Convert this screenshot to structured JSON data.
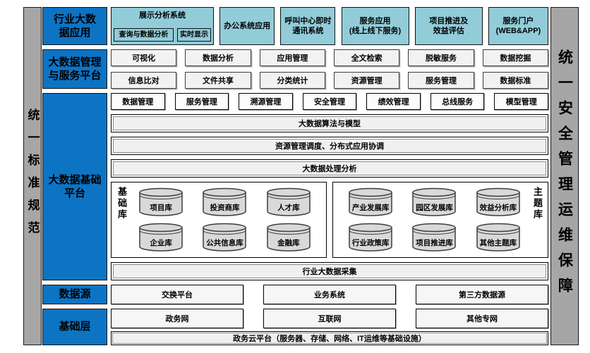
{
  "rails": {
    "left": "统一标准规范",
    "right": "统一安全管理运维保障"
  },
  "categories": {
    "apps": "行业大数\n据应用",
    "platform": "大数据管理\n与服务平台",
    "foundation": "大数据基础\n平台",
    "datasource": "数据源",
    "infra": "基础层"
  },
  "apps": {
    "display": {
      "title": "展示分析系统",
      "sub_query": "查询与数据分析",
      "sub_realtime": "实时显示"
    },
    "office": "办公系统应用",
    "callcenter": "呼叫中心即时\n通讯系统",
    "service": "服务应用\n(线上线下服务)",
    "project": "项目推进及\n效益评估",
    "portal": "服务门户\n(WEB&APP)"
  },
  "platform_services": {
    "row1": [
      "可视化",
      "数据分析",
      "应用管理",
      "全文检索",
      "脱敏服务",
      "数据挖掘"
    ],
    "row2": [
      "信息比对",
      "文件共享",
      "分类统计",
      "资源管理",
      "服务管理",
      "数据标准"
    ]
  },
  "management": [
    "数据管理",
    "服务管理",
    "溯源管理",
    "安全管理",
    "绩效管理",
    "总线服务",
    "模型管理"
  ],
  "bars": {
    "algorithm": "大数据算法与模型",
    "scheduling": "资源管理调度、分布式应用协调",
    "processing": "大数据处理分析",
    "collection": "行业大数据采集"
  },
  "databases": {
    "base": {
      "label": "基础库",
      "items": [
        "项目库",
        "投资商库",
        "人才库",
        "企业库",
        "公共信息库",
        "金融库"
      ]
    },
    "theme": {
      "label": "主题库",
      "items": [
        "产业发展库",
        "园区发展库",
        "效益分析库",
        "行业政策库",
        "项目推进库",
        "其他主题库"
      ]
    }
  },
  "datasources": [
    "交换平台",
    "业务系统",
    "第三方数据源"
  ],
  "infrastructure": {
    "networks": [
      "政务网",
      "互联网",
      "其他专网"
    ],
    "cloud": "政务云平台（服务器、存储、网络、IT运维等基础设施）"
  },
  "colors": {
    "category_blue": "#0d74c4",
    "app_teal": "#92ccd9",
    "rail_gray": "#a6a6a6",
    "light_box_fill": "#f2f2f2",
    "cylinder_fill": "#d9d9d9"
  }
}
